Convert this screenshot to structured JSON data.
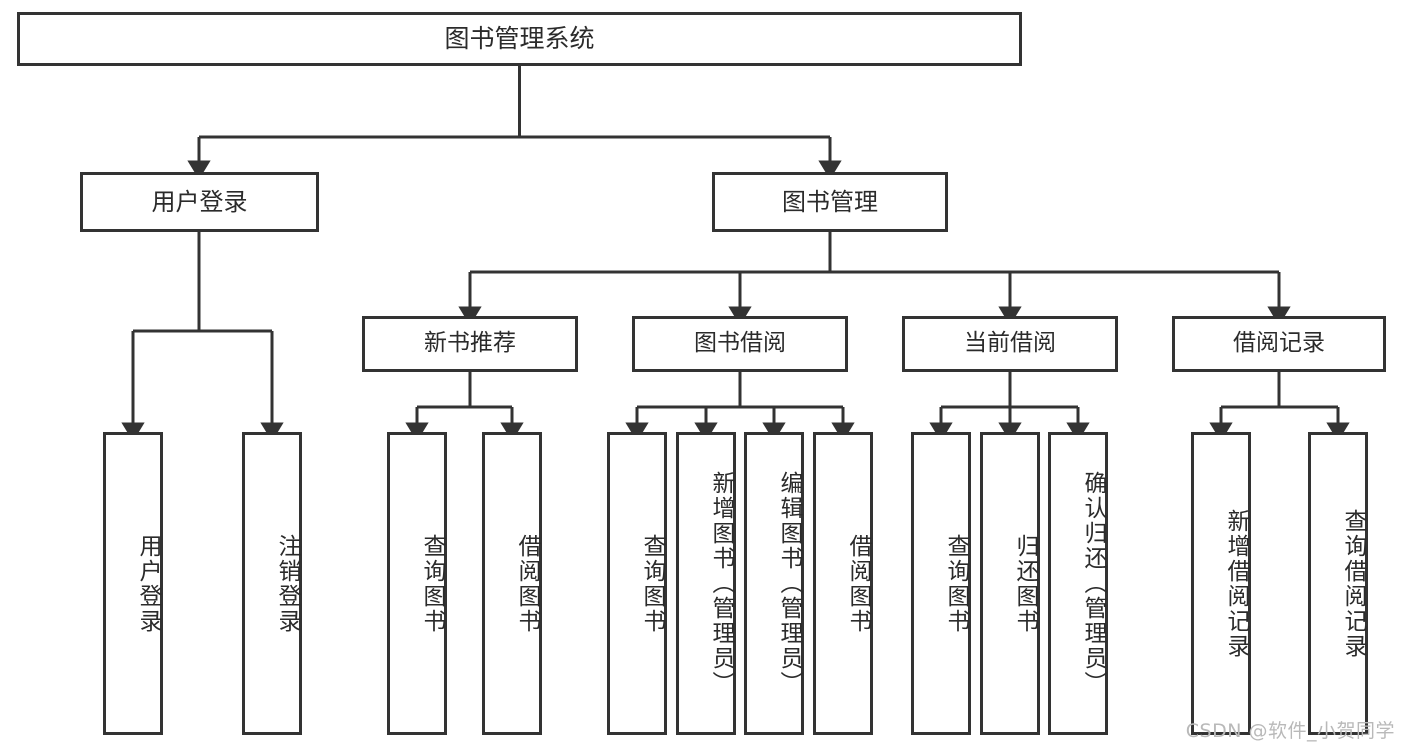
{
  "diagram": {
    "title": "图书管理系统",
    "type": "hierarchy-tree",
    "colors": {
      "node_border": "#333333",
      "node_fill": "#ffffff",
      "edge": "#333333",
      "text": "#2b2b2b",
      "watermark": "#b9b9b9",
      "background": "#ffffff"
    },
    "root": {
      "label": "图书管理系统"
    },
    "level2": [
      {
        "label": "用户登录"
      },
      {
        "label": "图书管理"
      }
    ],
    "level3": [
      {
        "label": "新书推荐"
      },
      {
        "label": "图书借阅"
      },
      {
        "label": "当前借阅"
      },
      {
        "label": "借阅记录"
      }
    ],
    "leaves": {
      "user_login": [
        {
          "label": "用户登录"
        },
        {
          "label": "注销登录"
        }
      ],
      "new_book_recommend": [
        {
          "label": "查询图书"
        },
        {
          "label": "借阅图书"
        }
      ],
      "book_borrow": [
        {
          "label": "查询图书"
        },
        {
          "label": "新增图书（管理员）"
        },
        {
          "label": "编辑图书（管理员）"
        },
        {
          "label": "借阅图书"
        }
      ],
      "current_borrow": [
        {
          "label": "查询图书"
        },
        {
          "label": "归还图书"
        },
        {
          "label": "确认归还（管理员）"
        }
      ],
      "borrow_record": [
        {
          "label": "新增借阅记录"
        },
        {
          "label": "查询借阅记录"
        }
      ]
    }
  },
  "watermark": {
    "text": "CSDN @软件_小贺同学"
  }
}
